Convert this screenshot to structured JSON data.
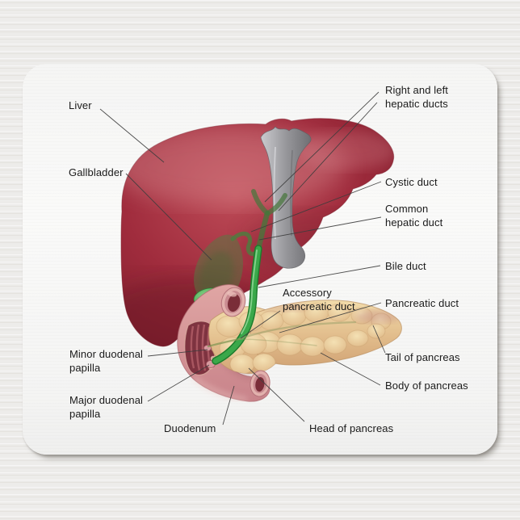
{
  "scene": {
    "product": "mousepad-style anatomical diagram",
    "background_color": "#edecea",
    "pad_color": "#fafaf9"
  },
  "diagram": {
    "labels": {
      "liver": {
        "text": "Liver"
      },
      "gallbladder": {
        "text": "Gallbladder"
      },
      "right_left_hepatic_ducts": {
        "text": "Right and left\nhepatic ducts"
      },
      "cystic_duct": {
        "text": "Cystic duct"
      },
      "common_hepatic_duct": {
        "text": "Common\nhepatic duct"
      },
      "bile_duct": {
        "text": "Bile duct"
      },
      "accessory_pancreatic_duct": {
        "text": "Accessory\npancreatic duct"
      },
      "pancreatic_duct": {
        "text": "Pancreatic duct"
      },
      "minor_duodenal_papilla": {
        "text": "Minor duodenal\npapilla"
      },
      "major_duodenal_papilla": {
        "text": "Major duodenal\npapilla"
      },
      "duodenum": {
        "text": "Duodenum"
      },
      "head_of_pancreas": {
        "text": "Head of pancreas"
      },
      "body_of_pancreas": {
        "text": "Body of pancreas"
      },
      "tail_of_pancreas": {
        "text": "Tail of pancreas"
      }
    },
    "colors": {
      "liver": "#a02c3d",
      "liver_highlight": "#c4666d",
      "gallbladder_green": "#3cae46",
      "duct_green": "#3aa84a",
      "pancreas_tan": "#e9c995",
      "duodenum_pink": "#d89a98",
      "duodenum_interior": "#7e3340",
      "ligament_gray": "#97979b",
      "label_text": "#1b1b1b",
      "leader_line": "#3c3c3c"
    }
  }
}
